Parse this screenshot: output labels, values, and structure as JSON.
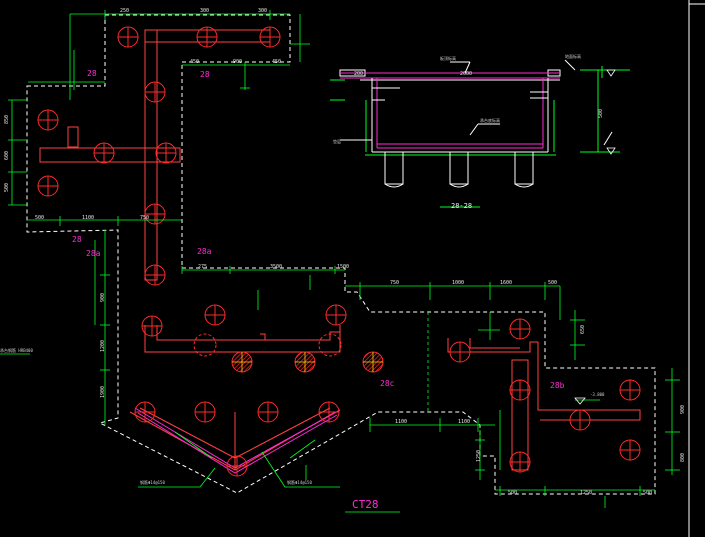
{
  "colors": {
    "background": "#000000",
    "pile": "#ff1f1f",
    "dimension": "#00ff22",
    "outline": "#ffffff",
    "beam": "#ff4040",
    "rebar": "#ff2bd6",
    "highlight": "#ffd700"
  },
  "labels": {
    "plan_title": "CT28",
    "section_title": "28-28",
    "section_marker_top": "28",
    "section_marker_top2": "28",
    "section_marker_left": "28",
    "section_marker_left2": "28a",
    "section_marker_mid": "28a",
    "section_marker_right": "28b",
    "section_marker_center": "28c",
    "left_note": "承台钢筋 HRB400",
    "rebar_note_1": "钢筋Φ14@150",
    "rebar_note_2": "钢筋Φ14@150",
    "section_note_top": "板顶标高",
    "section_note_mid": "承台底标高",
    "section_note_left": "垫层",
    "section_note_right": "地面标高",
    "elev_mark": "-3.800"
  },
  "dimensions": {
    "top_row": [
      "250",
      "300",
      "300"
    ],
    "top_row2": [
      "450",
      "900",
      "450"
    ],
    "left_col": [
      "850",
      "600",
      "500"
    ],
    "bottom_row": [
      "500",
      "1100",
      "750"
    ],
    "bottom_row2": [
      "275",
      "3500",
      "1500"
    ],
    "right_top": [
      "750",
      "1000",
      "1600",
      "500"
    ],
    "right_col": [
      "650",
      "900",
      "800"
    ],
    "right_bottom": [
      "500",
      "1250",
      "500"
    ],
    "mid_col": [
      "900",
      "1200",
      "1900"
    ],
    "section_dims": [
      "200",
      "2000",
      "500"
    ],
    "lower_dims": [
      "1100",
      "1100",
      "1250"
    ]
  }
}
